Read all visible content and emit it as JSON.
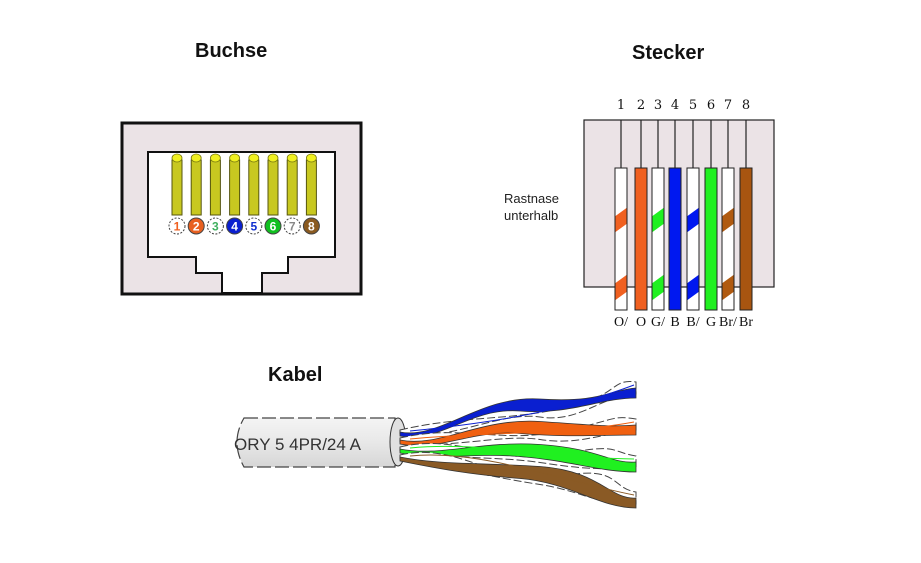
{
  "titles": {
    "socket": "Buchse",
    "plug": "Stecker",
    "cable": "Kabel"
  },
  "socket": {
    "pins": [
      {
        "num": "1",
        "color": "#ffffff",
        "text_color": "#f06020",
        "desc": "white/orange"
      },
      {
        "num": "2",
        "color": "#e86020",
        "text_color": "#ffffff",
        "desc": "orange"
      },
      {
        "num": "3",
        "color": "#ffffff",
        "text_color": "#40b060",
        "desc": "white/green"
      },
      {
        "num": "4",
        "color": "#0a1fd0",
        "text_color": "#ffffff",
        "desc": "blue"
      },
      {
        "num": "5",
        "color": "#ffffff",
        "text_color": "#1030d0",
        "desc": "white/blue"
      },
      {
        "num": "6",
        "color": "#10c020",
        "text_color": "#ffffff",
        "desc": "green"
      },
      {
        "num": "7",
        "color": "#ffffff",
        "text_color": "#888888",
        "desc": "white/brown"
      },
      {
        "num": "8",
        "color": "#8a5a20",
        "text_color": "#ffffff",
        "desc": "brown"
      }
    ]
  },
  "plug": {
    "note_line1": "Rastnase",
    "note_line2": "unterhalb",
    "pins": [
      {
        "num": "1",
        "label": "O/",
        "base": "#ffffff",
        "stripe": "#f06020",
        "striped": true
      },
      {
        "num": "2",
        "label": "O",
        "base": "#f06020",
        "stripe": "#f06020",
        "striped": false
      },
      {
        "num": "3",
        "label": "G/",
        "base": "#ffffff",
        "stripe": "#20f020",
        "striped": true
      },
      {
        "num": "4",
        "label": "B",
        "base": "#0018f0",
        "stripe": "#0018f0",
        "striped": false
      },
      {
        "num": "5",
        "label": "B/",
        "base": "#ffffff",
        "stripe": "#0018f0",
        "striped": true
      },
      {
        "num": "6",
        "label": "G",
        "base": "#20f020",
        "stripe": "#20f020",
        "striped": false
      },
      {
        "num": "7",
        "label": "Br/",
        "base": "#ffffff",
        "stripe": "#b05a10",
        "striped": true
      },
      {
        "num": "8",
        "label": "Br",
        "base": "#a85510",
        "stripe": "#a85510",
        "striped": false
      }
    ]
  },
  "cable": {
    "jacket_text": "ORY 5 4PR/24 A",
    "pairs": [
      "blue",
      "orange",
      "green",
      "brown"
    ],
    "colors": {
      "blue": "#0a1fd0",
      "orange": "#f06010",
      "green": "#20f020",
      "brown": "#8a5a25"
    }
  }
}
